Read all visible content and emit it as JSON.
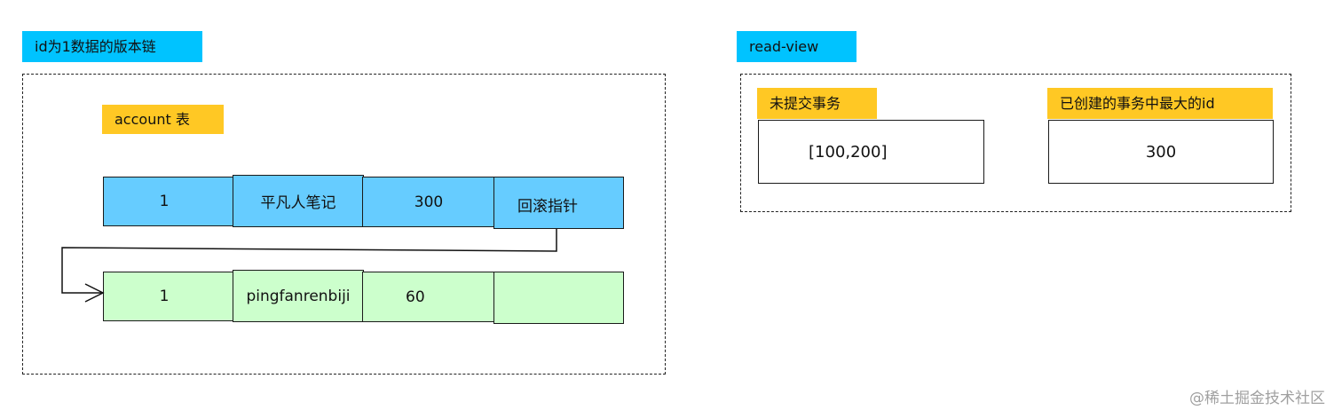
{
  "left_panel": {
    "title": "id为1数据的版本链",
    "table_label": "account 表",
    "current_row": [
      "1",
      "平凡人笔记",
      "300",
      "回滚指针"
    ],
    "old_row": [
      "1",
      "pingfanrenbiji",
      "60",
      ""
    ]
  },
  "right_panel": {
    "title": "read-view",
    "uncommitted": {
      "label": "未提交事务",
      "value": "[100,200]"
    },
    "max_created": {
      "label": "已创建的事务中最大的id",
      "value": "300"
    }
  },
  "watermark": "@稀土掘金技术社区",
  "colors": {
    "title_tag": "#00c3ff",
    "label_tag": "#ffc824",
    "current_row": "#66ccff",
    "old_row": "#ccffcc"
  }
}
